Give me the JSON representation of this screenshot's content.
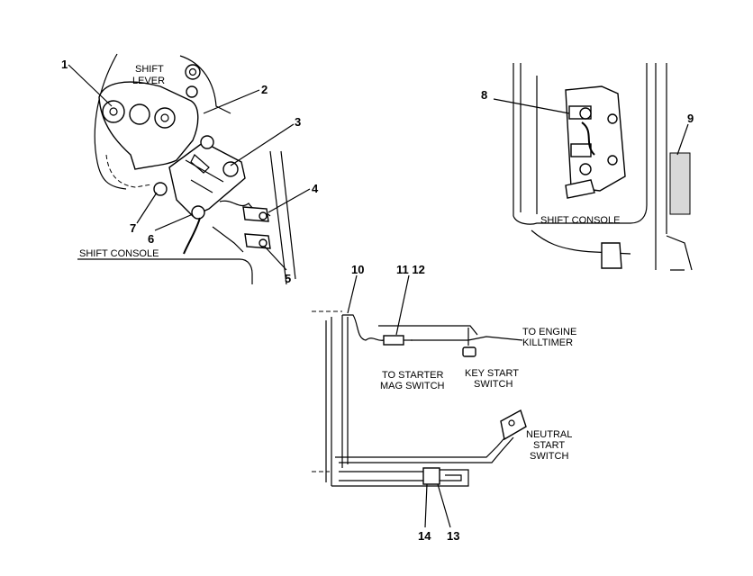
{
  "labels": {
    "shift_lever_1": "SHIFT",
    "shift_lever_2": "LEVER",
    "shift_console_left": "SHIFT CONSOLE",
    "shift_console_right": "SHIFT CONSOLE",
    "to_engine_1": "TO ENGINE",
    "to_engine_2": "KILLTIMER",
    "to_starter_1": "TO STARTER",
    "to_starter_2": "MAG SWITCH",
    "key_start_1": "KEY START",
    "key_start_2": "SWITCH",
    "neutral_start_1": "NEUTRAL",
    "neutral_start_2": "START",
    "neutral_start_3": "SWITCH"
  },
  "callouts": {
    "c1": "1",
    "c2": "2",
    "c3": "3",
    "c4": "4",
    "c5": "5",
    "c6": "6",
    "c7": "7",
    "c8": "8",
    "c9": "9",
    "c10": "10",
    "c11_12": "11 12",
    "c13": "13",
    "c14": "14"
  }
}
